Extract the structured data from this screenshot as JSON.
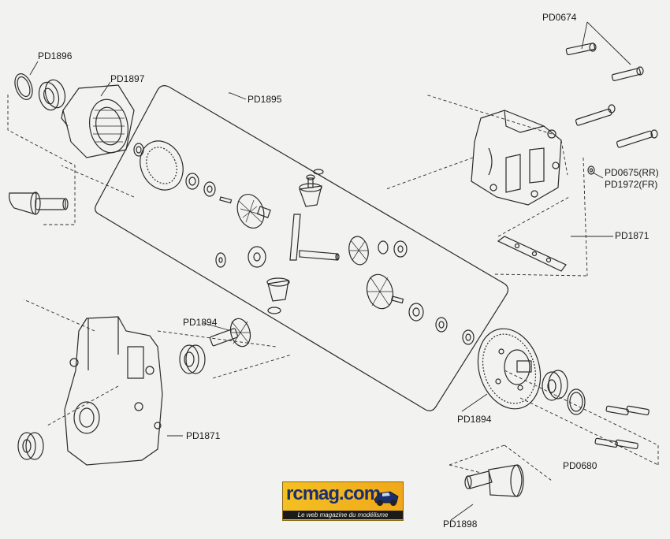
{
  "labels": {
    "pd1896": "PD1896",
    "pd1897": "PD1897",
    "pd1895": "PD1895",
    "pd0674": "PD0674",
    "pd0675": "PD0675(RR)",
    "pd1972": "PD1972(FR)",
    "pd1871_top": "PD1871",
    "pd1894_top": "PD1894",
    "pd1871_bottom": "PD1871",
    "pd1894_bottom": "PD1894",
    "pd0680": "PD0680",
    "pd1898": "PD1898"
  },
  "logo": {
    "brand": "rcmag.com",
    "tagline": "Le web magazine du modélisme"
  },
  "colors": {
    "line": "#2a2a2a",
    "background": "#f2f2f0",
    "logo_bg": "#f4c022",
    "logo_text": "#1b2f6e"
  }
}
